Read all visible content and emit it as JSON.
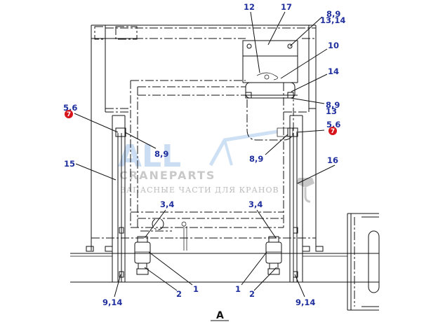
{
  "callouts": {
    "c12": "12",
    "c17": "17",
    "c8_9_top": "8,9",
    "c13_14_top": "13,14",
    "c10": "10",
    "c14": "14",
    "c8_9_right": "8,9",
    "c13": "13",
    "c5_6_left": "5,6",
    "c5_6_right": "5,6",
    "c8_9_left": "8,9",
    "c8_9_mid": "8,9",
    "c15": "15",
    "c16": "16",
    "c3_4_left": "3,4",
    "c3_4_right": "3,4",
    "c1_left": "1",
    "c1_right": "1",
    "c2_left": "2",
    "c2_right": "2",
    "c9_14_left": "9,14",
    "c9_14_right": "9,14"
  },
  "markers": {
    "left": "7",
    "right": "7"
  },
  "view_label": "A",
  "watermark": {
    "brand": "ALL",
    "name": "CRANEPARTS",
    "tagline": "ЗАПАСНЫЕ ЧАСТИ ДЛЯ КРАНОВ"
  },
  "colors": {
    "callout": "#1f2f9e",
    "marker": "#d8141b",
    "line": "#111111"
  }
}
